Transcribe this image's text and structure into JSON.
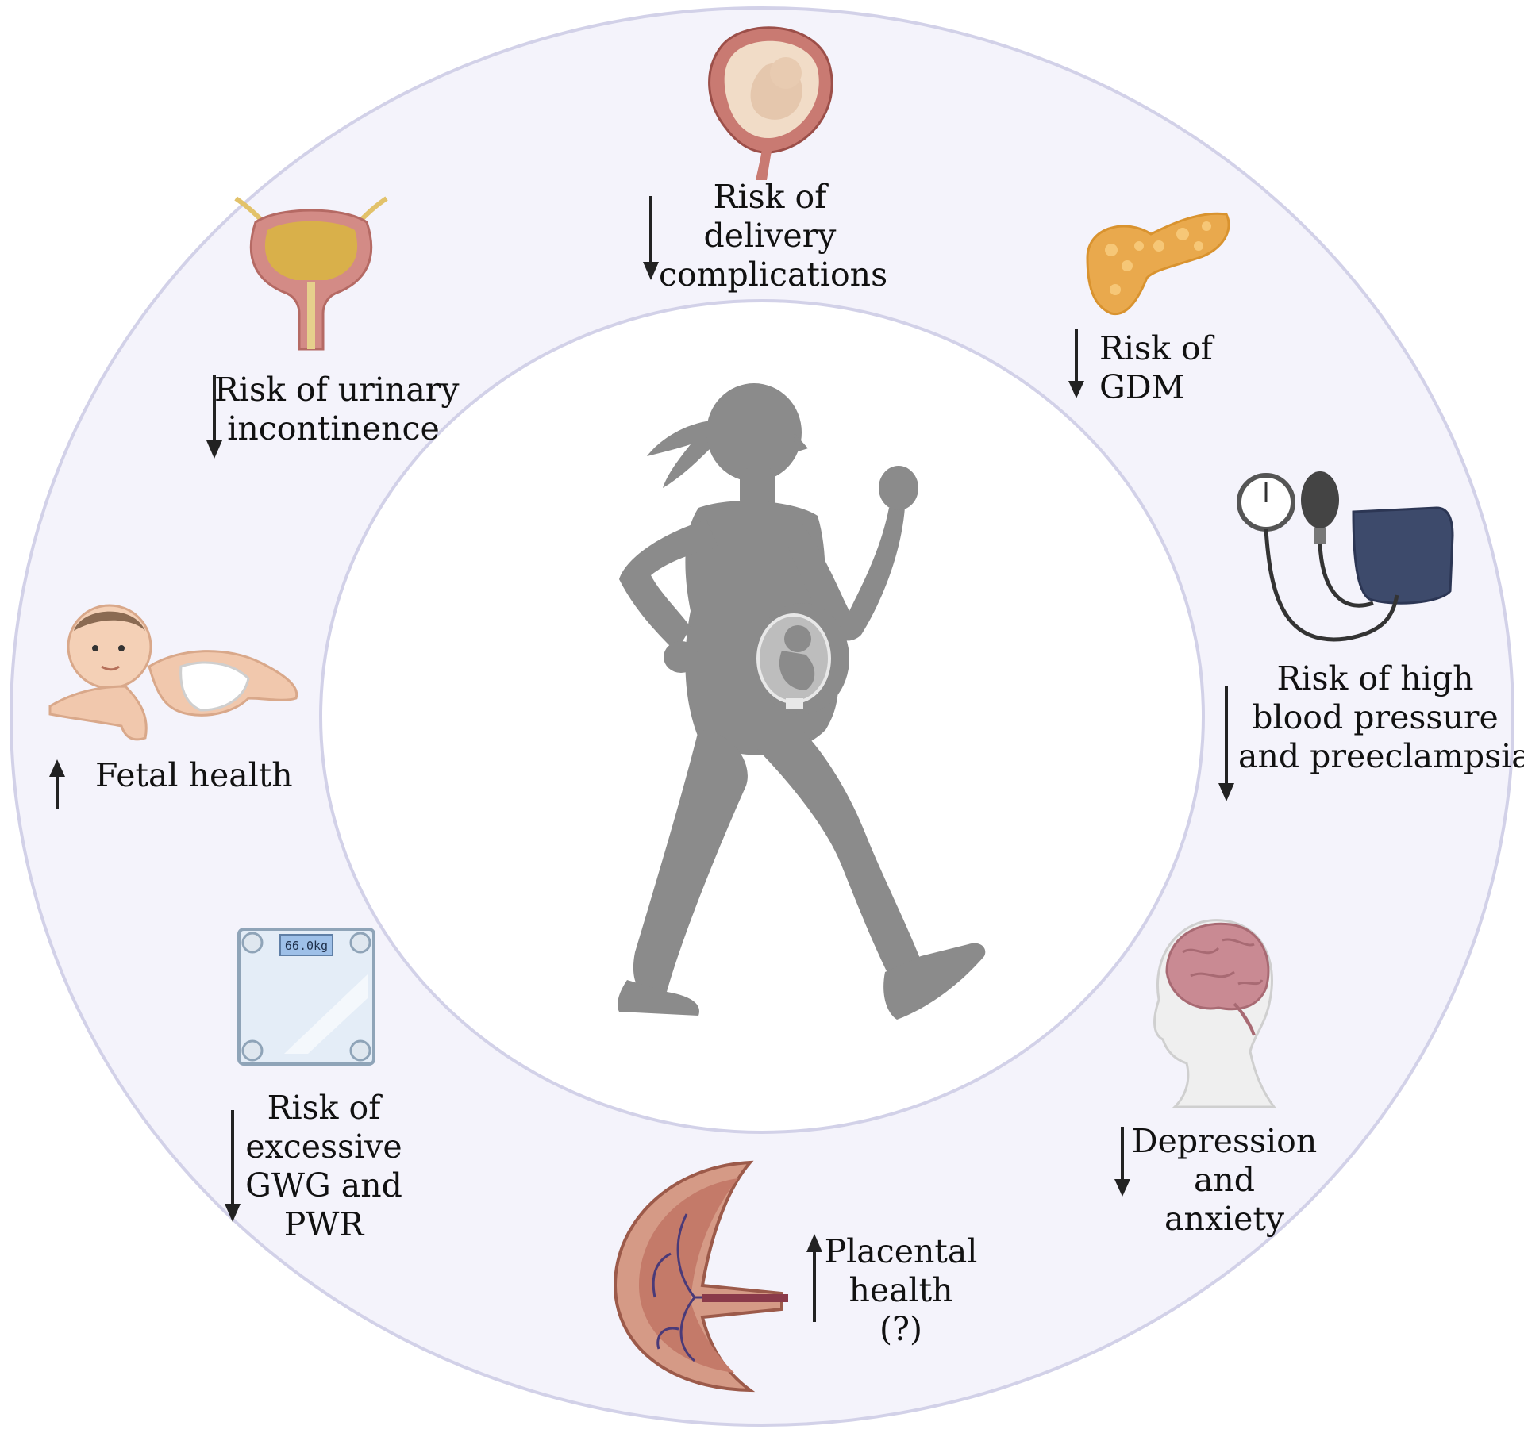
{
  "diagram": {
    "center_figure": "pregnant-woman-walking-silhouette",
    "colors": {
      "ring_fill": "#f4f3fb",
      "ring_border": "#d2d1e8",
      "inner_fill": "#ffffff",
      "silhouette": "#8b8b8b",
      "arrow": "#222222"
    },
    "effects": [
      {
        "id": "delivery",
        "direction": "down",
        "icon": "pregnant-uterus-icon",
        "lines": [
          "Risk of",
          "delivery",
          "complications"
        ]
      },
      {
        "id": "gdm",
        "direction": "down",
        "icon": "pancreas-icon",
        "lines": [
          "Risk of",
          "GDM"
        ]
      },
      {
        "id": "blood-pressure",
        "direction": "down",
        "icon": "sphygmomanometer-icon",
        "lines": [
          "Risk of high",
          "blood pressure",
          "and preeclampsia"
        ]
      },
      {
        "id": "depression",
        "direction": "down",
        "icon": "brain-head-icon",
        "lines": [
          "Depression",
          "and",
          "anxiety"
        ]
      },
      {
        "id": "placental",
        "direction": "up",
        "icon": "placenta-icon",
        "lines": [
          "Placental",
          "health",
          "(?)"
        ]
      },
      {
        "id": "gwg",
        "direction": "down",
        "icon": "bathroom-scale-icon",
        "scale_display": "66.0kg",
        "lines": [
          "Risk of",
          "excessive",
          "GWG and",
          "PWR"
        ]
      },
      {
        "id": "fetal",
        "direction": "up",
        "icon": "baby-icon",
        "lines": [
          "Fetal health"
        ]
      },
      {
        "id": "urinary",
        "direction": "down",
        "icon": "bladder-icon",
        "lines": [
          "Risk of urinary",
          "incontinence"
        ]
      }
    ]
  }
}
